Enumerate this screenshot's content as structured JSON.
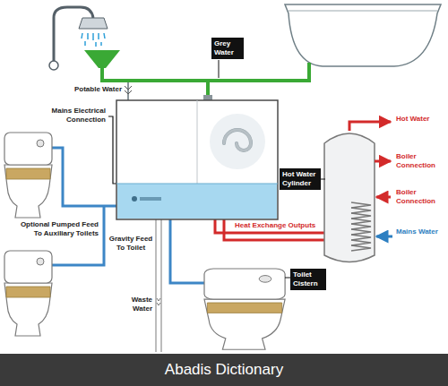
{
  "diagram": {
    "caption": "Abadis Dictionary",
    "nodes": [
      {
        "text": [
          "Grey Water"
        ]
      },
      {
        "text": [
          "Hot Water Cylinder"
        ]
      },
      {
        "text": [
          "Toilet Cistern"
        ]
      }
    ],
    "labels": [
      "Potable Water",
      "Mains Electrical Connection",
      "Optional Pumped Feed To Auxiliary Toilets",
      "Gravity Feed To Toilet",
      "Waste Water",
      "Heat Exchange Outputs",
      "Hot Water",
      "Boiler Connection",
      "Boiler Connection",
      "Mains Water"
    ]
  }
}
